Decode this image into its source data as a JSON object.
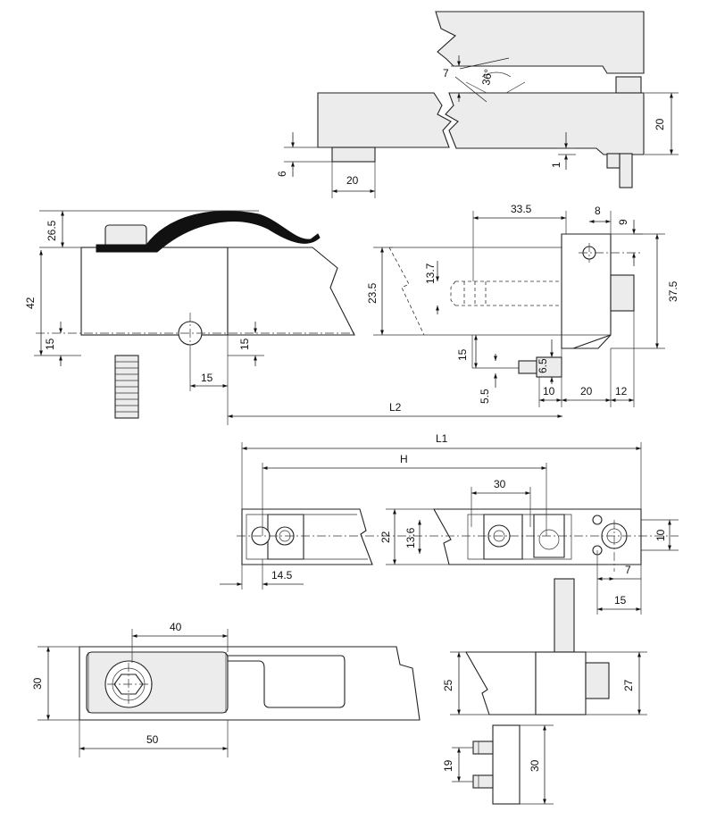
{
  "dimensions": {
    "top_view": {
      "d7": "7",
      "d36": "36°",
      "d20_right": "20",
      "d6": "6",
      "d1": "1",
      "d20_bottom": "20"
    },
    "left_view": {
      "d26_5": "26.5",
      "d42": "42",
      "d15_left": "15",
      "d15_right": "15",
      "d15_bottom": "15",
      "L2": "L2"
    },
    "right_view": {
      "d33_5": "33.5",
      "d8": "8",
      "d9": "9",
      "d13_7": "13.7",
      "d23_5": "23.5",
      "d37_5": "37.5",
      "d15": "15",
      "d6_5": "6.5",
      "d5_5": "5.5",
      "d10": "10",
      "d20": "20",
      "d12": "12"
    },
    "plan_view": {
      "L1": "L1",
      "H": "H",
      "d30": "30",
      "d22": "22",
      "d13_6": "13.6",
      "d10": "10",
      "d7": "7",
      "d15": "15",
      "d14_5": "14.5"
    },
    "bottom_left_view": {
      "d40": "40",
      "d30": "30",
      "d50": "50"
    },
    "bottom_right_view": {
      "d25": "25",
      "d27": "27",
      "d19": "19",
      "d30": "30"
    }
  }
}
